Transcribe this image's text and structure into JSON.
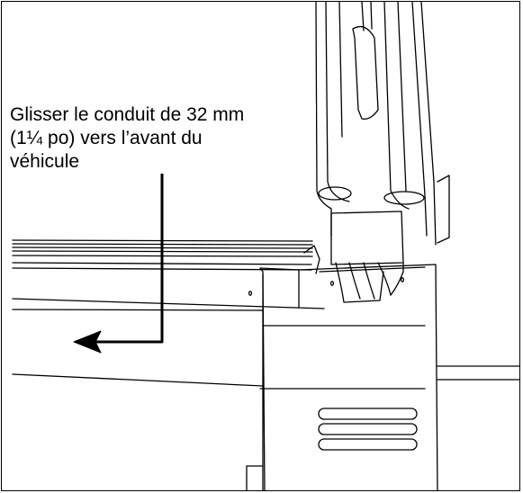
{
  "callout": {
    "lines": [
      "Glisser le conduit de 32 mm",
      "(1¼ po) vers l’avant du",
      "véhicule"
    ]
  },
  "colors": {
    "line": "#000000",
    "background": "#ffffff"
  },
  "icons": {
    "arrow": "arrow-left-icon"
  }
}
